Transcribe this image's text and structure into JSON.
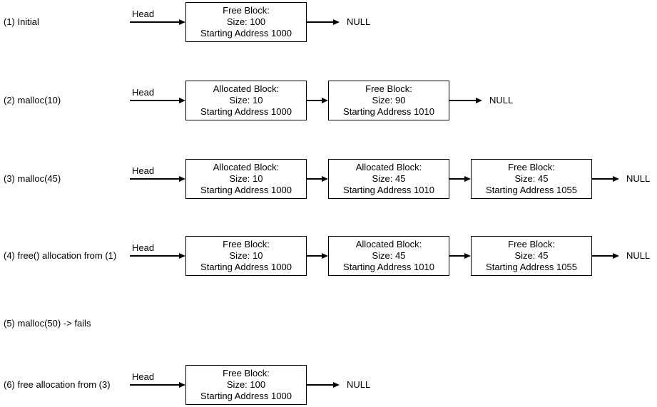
{
  "colors": {
    "line": "#000000",
    "text": "#000000",
    "background": "#ffffff"
  },
  "rows": [
    {
      "label": "(1) Initial",
      "head": "Head",
      "null": "NULL",
      "blocks": [
        {
          "lines": [
            "Free Block:",
            "Size: 100",
            "Starting Address 1000"
          ]
        }
      ]
    },
    {
      "label": "(2) malloc(10)",
      "head": "Head",
      "null": "NULL",
      "blocks": [
        {
          "lines": [
            "Allocated Block:",
            "Size: 10",
            "Starting Address 1000"
          ]
        },
        {
          "lines": [
            "Free Block:",
            "Size: 90",
            "Starting Address 1010"
          ]
        }
      ]
    },
    {
      "label": "(3) malloc(45)",
      "head": "Head",
      "null": "NULL",
      "blocks": [
        {
          "lines": [
            "Allocated Block:",
            "Size: 10",
            "Starting Address 1000"
          ]
        },
        {
          "lines": [
            "Allocated Block:",
            "Size: 45",
            "Starting Address 1010"
          ]
        },
        {
          "lines": [
            "Free Block:",
            "Size: 45",
            "Starting Address 1055"
          ]
        }
      ]
    },
    {
      "label": "(4) free() allocation from (1)",
      "head": "Head",
      "null": "NULL",
      "blocks": [
        {
          "lines": [
            "Free Block:",
            "Size: 10",
            "Starting Address 1000"
          ]
        },
        {
          "lines": [
            "Allocated Block:",
            "Size: 45",
            "Starting Address 1010"
          ]
        },
        {
          "lines": [
            "Free Block:",
            "Size: 45",
            "Starting Address 1055"
          ]
        }
      ]
    },
    {
      "label": "(5) malloc(50) -> fails",
      "blocks": []
    },
    {
      "label": "(6) free allocation from (3)",
      "head": "Head",
      "null": "NULL",
      "blocks": [
        {
          "lines": [
            "Free Block:",
            "Size: 100",
            "Starting Address 1000"
          ]
        }
      ]
    }
  ]
}
